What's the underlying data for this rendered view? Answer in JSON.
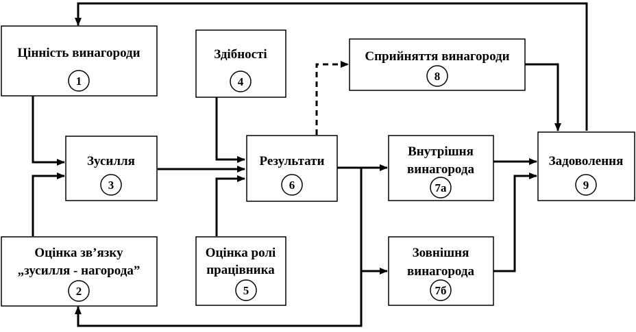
{
  "nodes": {
    "n1": {
      "lines": [
        "Цінність винагороди"
      ],
      "number": "1"
    },
    "n2": {
      "lines": [
        "Оцінка зв’язку",
        "„зусилля - нагорода”"
      ],
      "number": "2"
    },
    "n3": {
      "lines": [
        "Зусилля"
      ],
      "number": "3"
    },
    "n4": {
      "lines": [
        "Здібності"
      ],
      "number": "4"
    },
    "n5": {
      "lines": [
        "Оцінка ролі",
        "працівника"
      ],
      "number": "5"
    },
    "n6": {
      "lines": [
        "Результати"
      ],
      "number": "6"
    },
    "n7a": {
      "lines": [
        "Внутрішня",
        "винагорода"
      ],
      "number": "7а"
    },
    "n7b": {
      "lines": [
        "Зовнішня",
        "винагорода"
      ],
      "number": "7б"
    },
    "n8": {
      "lines": [
        "Сприйняття винагороди"
      ],
      "number": "8"
    },
    "n9": {
      "lines": [
        "Задоволення"
      ],
      "number": "9"
    }
  }
}
